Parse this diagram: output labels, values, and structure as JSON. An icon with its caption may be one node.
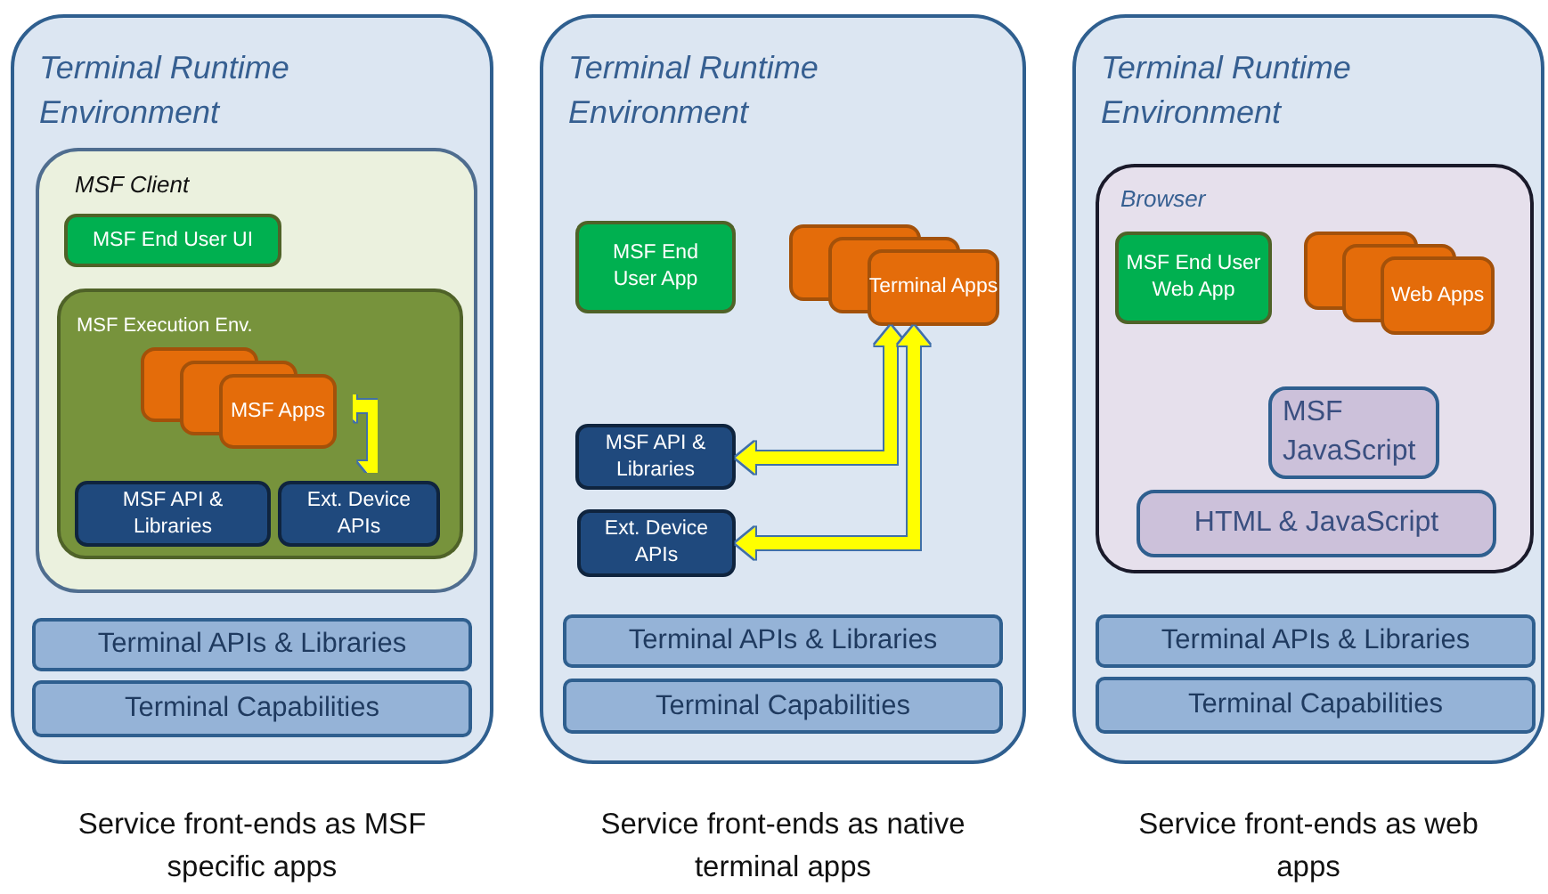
{
  "diagram": {
    "nodes": [
      {
        "text": [
          "Terminal Runtime Environment"
        ],
        "beside": [
          "Service front-ends as MSF specific apps"
        ]
      },
      {
        "text": [
          "MSF Client"
        ],
        "in": 0
      },
      {
        "text": [
          "MSF End User UI"
        ],
        "in": 1
      },
      {
        "text": [
          "MSF Execution Env."
        ],
        "in": 1
      },
      {
        "text": [
          "MSF Apps"
        ],
        "in": 3
      },
      {
        "text": [
          "MSF API & Libraries"
        ],
        "in": 3
      },
      {
        "text": [
          "Ext. Device APIs"
        ],
        "in": 3
      },
      {
        "text": [
          "Terminal APIs & Libraries"
        ],
        "in": 0
      },
      {
        "text": [
          "Terminal Capabilities"
        ],
        "in": 0
      },
      {
        "text": [
          "Terminal Runtime Environment"
        ],
        "beside": [
          "Service front-ends as native terminal apps"
        ]
      },
      {
        "text": [
          "MSF End User App"
        ],
        "in": 9
      },
      {
        "text": [
          "Terminal Apps"
        ],
        "in": 9
      },
      {
        "text": [
          "MSF API & Libraries"
        ],
        "in": 9
      },
      {
        "text": [
          "Ext. Device APIs"
        ],
        "in": 9
      },
      {
        "text": [
          "Terminal APIs & Libraries"
        ],
        "in": 9
      },
      {
        "text": [
          "Terminal Capabilities"
        ],
        "in": 9
      },
      {
        "text": [
          "Terminal Runtime Environment"
        ],
        "beside": [
          "Service front-ends  as web apps"
        ]
      },
      {
        "text": [
          "Browser"
        ],
        "in": 16
      },
      {
        "text": [
          "MSF End User Web App"
        ],
        "in": 17
      },
      {
        "text": [
          "Web Apps"
        ],
        "in": 17
      },
      {
        "text": [
          "MSF JavaScript"
        ],
        "in": 17
      },
      {
        "text": [
          "HTML & JavaScript"
        ],
        "in": 17
      },
      {
        "text": [
          "Terminal APIs & Libraries"
        ],
        "in": 16
      },
      {
        "text": [
          "Terminal Capabilities"
        ],
        "in": 16
      }
    ],
    "edges": [
      {
        "from": 4,
        "to": 5,
        "arrow": "both"
      },
      {
        "from": 4,
        "to": 6,
        "arrow": "both"
      },
      {
        "from": 11,
        "to": 12,
        "arrow": "both"
      },
      {
        "from": 11,
        "to": 13,
        "arrow": "both"
      },
      {
        "from": 11,
        "to": 14,
        "arrow": "both"
      },
      {
        "from": 19,
        "to": 20,
        "arrow": "both"
      },
      {
        "from": 19,
        "to": 21,
        "arrow": "both"
      }
    ]
  }
}
